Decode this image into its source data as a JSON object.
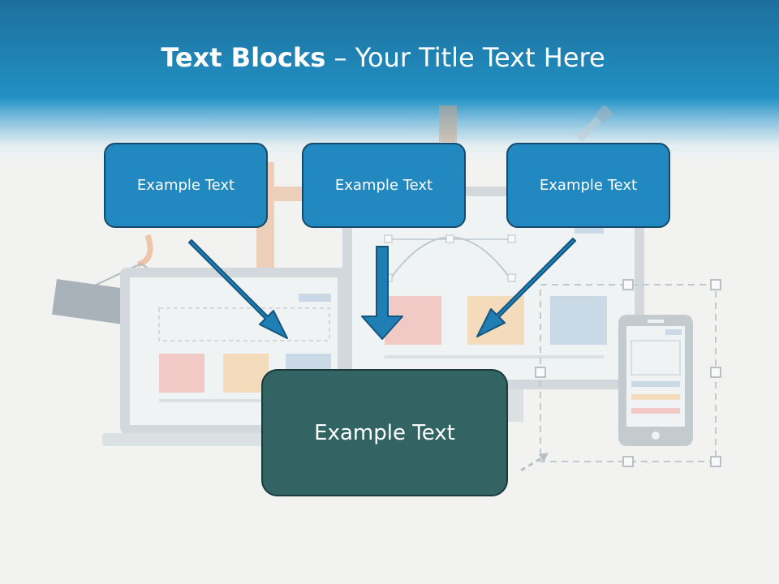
{
  "slide": {
    "title_bold": "Text Blocks",
    "title_separator": " – ",
    "title_rest": "Your Title Text Here"
  },
  "blocks": [
    {
      "label": "Example Text"
    },
    {
      "label": "Example Text"
    },
    {
      "label": "Example Text"
    }
  ],
  "target_block": {
    "label": "Example Text"
  },
  "background": {
    "code_sign_text": "</>"
  },
  "colors": {
    "header": "#2191c4",
    "block_fill": "#2189bf",
    "block_border": "#17496a",
    "target_fill": "#336464",
    "arrow_fill": "#1f7fb4"
  }
}
